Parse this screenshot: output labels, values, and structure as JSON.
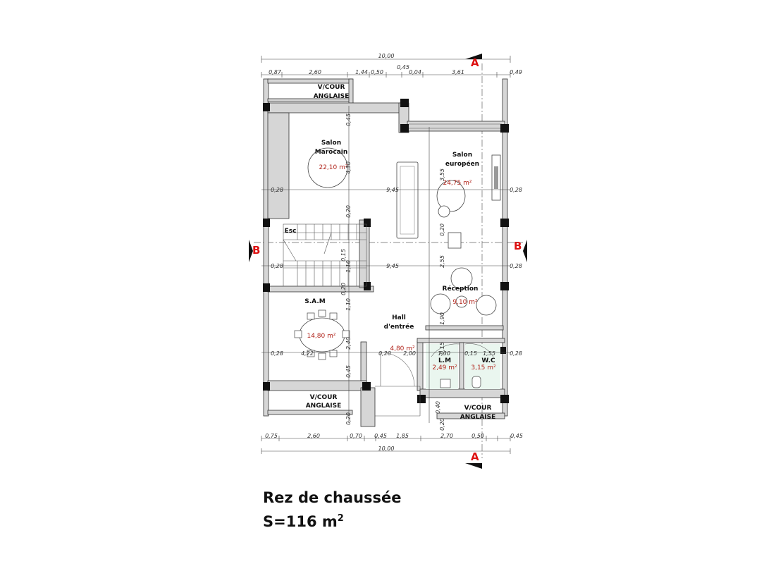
{
  "title": "Rez de chaussée",
  "surface": {
    "label": "S=116 m",
    "sup": "2"
  },
  "section_marks": {
    "a": "A",
    "b": "B"
  },
  "top_total": "10,00",
  "bottom_total": "10,00",
  "top_dims": [
    "0,87",
    "2,60",
    "1,44",
    "0,50",
    "0,45",
    "0,04",
    "3,61",
    "0,49"
  ],
  "bottom_dims": [
    "0,75",
    "2,60",
    "0,70",
    "0,45",
    "1,85",
    "2,70",
    "0,50",
    "0,45"
  ],
  "rooms": {
    "salon_marocain": {
      "l1": "Salon",
      "l2": "Marocain",
      "area": "22,10 m²"
    },
    "salon_europeen": {
      "l1": "Salon",
      "l2": "européen",
      "area": "24,75 m²"
    },
    "esc": "Esc",
    "sam": {
      "name": "S.A.M",
      "area": "14,80 m²"
    },
    "reception": {
      "name": "Réception",
      "area": "9,10 m²"
    },
    "hall": {
      "l1": "Hall",
      "l2": "d'entrée",
      "area": "4,80 m²"
    },
    "lm": {
      "name": "L.M",
      "area": "2,49 m²"
    },
    "wc": {
      "name": "W.C",
      "area": "3,15 m²"
    },
    "court_top": {
      "l1": "V/COUR",
      "l2": "ANGLAISE"
    },
    "court_bottom_left": {
      "l1": "V/COUR",
      "l2": "ANGLAISE"
    },
    "court_bottom_right": {
      "l1": "V/COUR",
      "l2": "ANGLAISE"
    }
  },
  "inner_dims": {
    "h_028_a": "0,28",
    "h_945_a": "9,45",
    "h_028_b": "0,28",
    "h_028_c": "0,28",
    "h_945_b": "9,45",
    "h_028_d": "0,28",
    "h_028_e": "0,28",
    "h_422": "4,22",
    "h_020_a": "0,20",
    "h_200": "2,00",
    "h_130": "1,30",
    "h_015": "0,15",
    "h_155": "1,55",
    "h_028_f": "0,28",
    "v_045_a": "0,45",
    "v_430": "4,30",
    "v_020_a": "0,20",
    "v_015": "0,15",
    "v_110": "1,10",
    "v_020_b": "0,20",
    "v_110_b": "1,10",
    "v_240": "2,40",
    "v_045_b": "0,45",
    "v_020_c": "0,20",
    "v_355": "3,55",
    "v_020_d": "0,20",
    "v_255": "2,55",
    "v_190": "1,90",
    "v_015_b": "0,15",
    "v_040": "0,40",
    "v_020_e": "0,20"
  }
}
